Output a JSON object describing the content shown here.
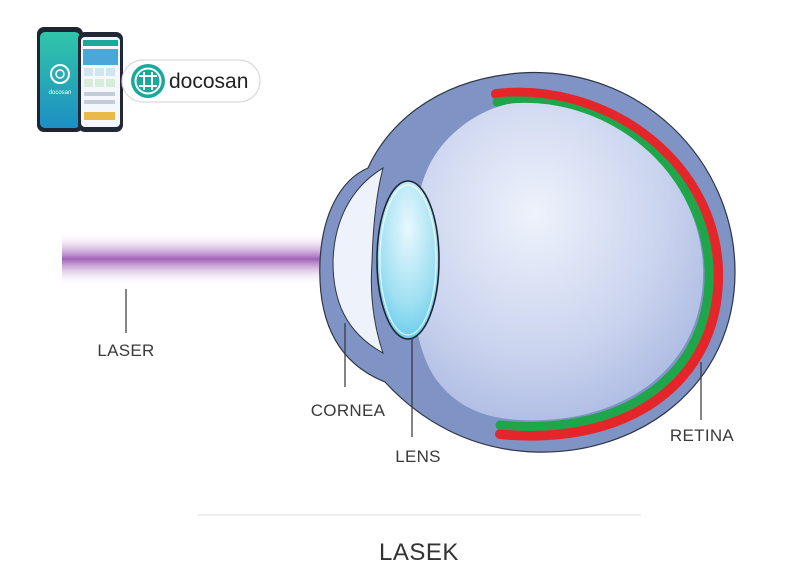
{
  "brand": {
    "name": "docosan",
    "phone_name": "docosan"
  },
  "labels": {
    "laser": "LASER",
    "cornea": "CORNEA",
    "lens": "LENS",
    "retina": "RETINA"
  },
  "title": "LASEK",
  "colors": {
    "sclera": "#7f94c4",
    "eye_interior": "#bcc8e8",
    "retina_red": "#e4262a",
    "retina_green": "#1fa64a",
    "lens": "#8fdcf0",
    "laser": "#9b59b6",
    "brand_teal": "#1aa79c"
  }
}
